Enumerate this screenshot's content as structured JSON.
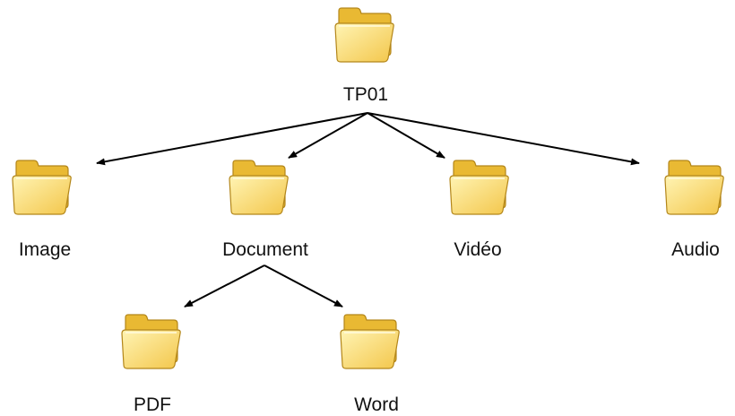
{
  "colors": {
    "folder_back": "#e9b933",
    "folder_front_light": "#fff4b4",
    "folder_front_dark": "#f3c64a",
    "folder_outline": "#b3861a",
    "arrow": "#000000",
    "label": "#111111"
  },
  "icon": "folder-icon",
  "folders": {
    "root": {
      "label": "TP01"
    },
    "image": {
      "label": "Image"
    },
    "document": {
      "label": "Document"
    },
    "video": {
      "label": "Vidéo"
    },
    "audio": {
      "label": "Audio"
    },
    "pdf": {
      "label": "PDF"
    },
    "word": {
      "label": "Word"
    }
  },
  "edges": [
    {
      "from": "root",
      "to": "image"
    },
    {
      "from": "root",
      "to": "document"
    },
    {
      "from": "root",
      "to": "video"
    },
    {
      "from": "root",
      "to": "audio"
    },
    {
      "from": "document",
      "to": "pdf"
    },
    {
      "from": "document",
      "to": "word"
    }
  ]
}
